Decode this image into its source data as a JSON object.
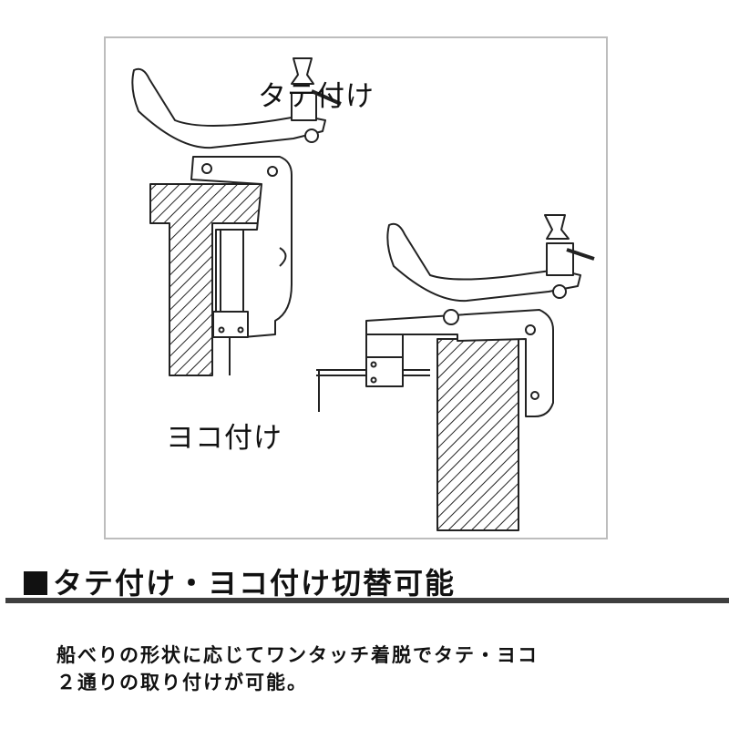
{
  "illustration": {
    "label_vertical": "タテ付け",
    "label_horizontal": "ヨコ付け"
  },
  "section": {
    "bullet": "■",
    "heading": "タテ付け・ヨコ付け切替可能"
  },
  "description": {
    "line1": "船べりの形状に応じてワンタッチ着脱でタテ・ヨコ",
    "line2": "２通りの取り付けが可能。"
  },
  "colors": {
    "frame_border": "#bdbdbd",
    "rule": "#3f3f3f",
    "text": "#111111"
  }
}
